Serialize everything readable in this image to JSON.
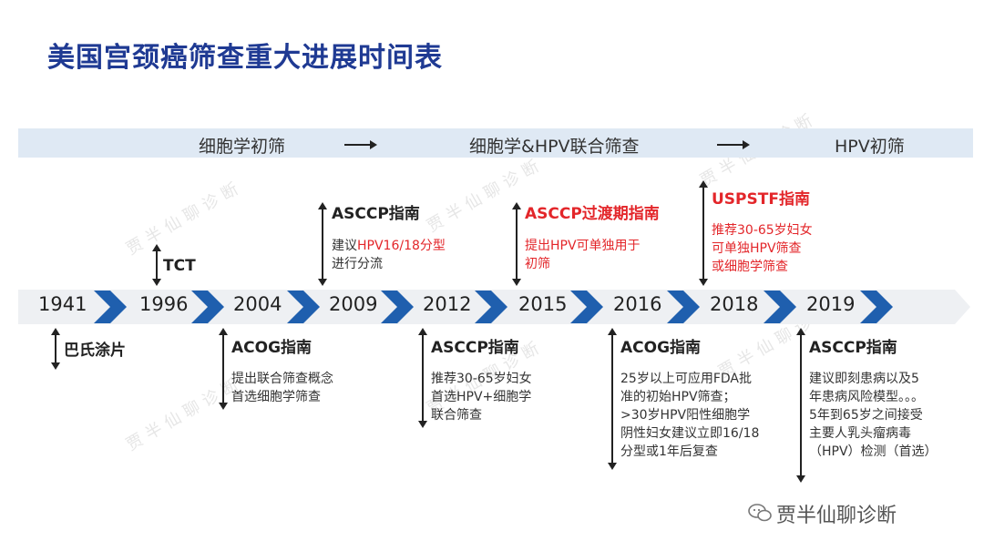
{
  "title": "美国宫颈癌筛查重大进展时间表",
  "phases": [
    "细胞学初筛",
    "细胞学&HPV联合筛查",
    "HPV初筛"
  ],
  "years": [
    "1941",
    "1996",
    "2004",
    "2009",
    "2012",
    "2015",
    "2016",
    "2018",
    "2019"
  ],
  "events": {
    "e1941": {
      "label": "巴氏涂片"
    },
    "e1996": {
      "label": "TCT"
    },
    "e2004": {
      "label": "ACOG指南",
      "lines": [
        "提出联合筛查概念",
        "首选细胞学筛查"
      ]
    },
    "e2009": {
      "label": "ASCCP指南",
      "line1_pre": "建议",
      "line1_red": "HPV16/18分型",
      "line2": "进行分流"
    },
    "e2012": {
      "label": "ASCCP指南",
      "lines": [
        "推荐30-65岁妇女",
        "首选HPV+细胞学",
        "联合筛查"
      ]
    },
    "e2015": {
      "label": "ASCCP过渡期指南",
      "lines": [
        "提出HPV可单独用于",
        "初筛"
      ]
    },
    "e2016": {
      "label": "ACOG指南",
      "lines": [
        "25岁以上可应用FDA批",
        "准的初始HPV筛查；",
        ">30岁HPV阳性细胞学",
        "阴性妇女建议立即16/18",
        "分型或1年后复查"
      ]
    },
    "e2018": {
      "label": "USPSTF指南",
      "lines": [
        "推荐30-65岁妇女",
        "可单独HPV筛查",
        "或细胞学筛查"
      ]
    },
    "e2019": {
      "label": "ASCCP指南",
      "lines": [
        "建议即刻患病以及5",
        "年患病风险模型。。。",
        "5年到65岁之间接受",
        "主要人乳头瘤病毒",
        "（HPV）检测（首选）"
      ]
    }
  },
  "watermark": "贾半仙聊诊断",
  "brand": "贾半仙聊诊断",
  "colors": {
    "title": "#1f3a93",
    "chevron": "#1f5fae",
    "highlight": "#e3262a",
    "phase_bar": "#dfe9f4",
    "band": "#eef0f3"
  }
}
